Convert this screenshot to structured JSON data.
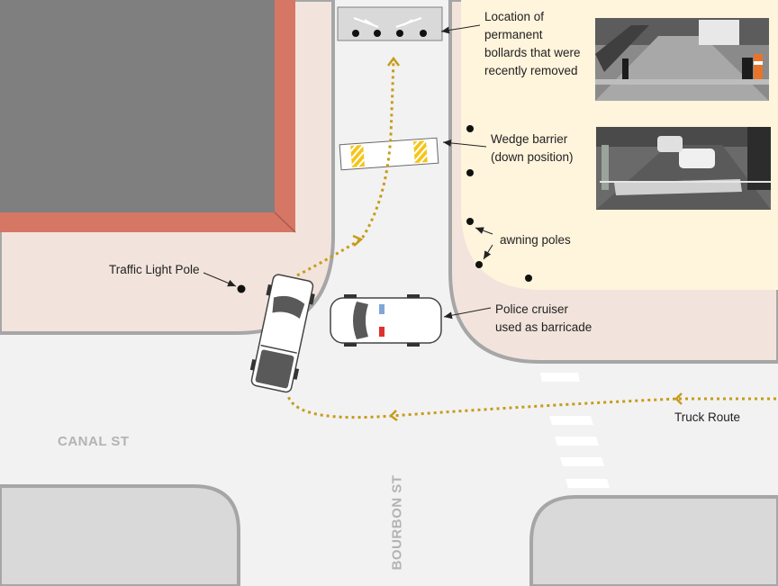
{
  "labels": {
    "bollards": [
      "Location of",
      "permanent",
      "bollards that were",
      "recently removed"
    ],
    "wedge_barrier": [
      "Wedge barrier",
      "(down position)"
    ],
    "awning_poles": "awning poles",
    "police_cruiser": [
      "Police cruiser",
      "used as barricade"
    ],
    "traffic_light_pole": "Traffic Light Pole",
    "truck_route": "Truck Route"
  },
  "streets": {
    "canal": "CANAL ST",
    "bourbon": "BOURBON ST"
  },
  "colors": {
    "pavement": "#f2f2f2",
    "curb": "#a6a6a6",
    "sidewalk_left": "#f2e4dc",
    "sidewalk_right": "#fff4dc",
    "building_roof": "#7f7f7f",
    "building_edge": "#d67765",
    "route": "#c69c1a",
    "barrier_stripe": "#f5c518",
    "crosswalk": "#ffffff"
  },
  "icons": {
    "bollard": "black-dot",
    "awning_pole": "black-dot",
    "traffic_light_pole": "black-dot"
  }
}
